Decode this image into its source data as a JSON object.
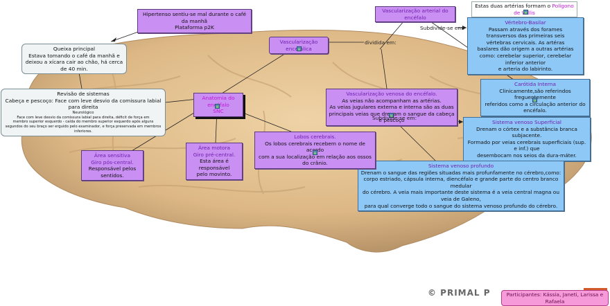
{
  "map": {
    "hipertenso": {
      "line1": "Hipertenso sentiu-se mal durante o café da manhã",
      "line2": "Plataforma p2K"
    },
    "queixa": {
      "title": "Queixa principal",
      "text": "Estava tomando o café da manhã e deixou a xícara cair ao chão, há cerca de 40 min."
    },
    "revisao": {
      "title": "Revisão de sistemas",
      "line1": "Cabeça e pescoço: Face com leve desvio da comissura labial para direita",
      "sub": "Neurológico",
      "detail1": "Face com leve desvio da comissura labial para direita, déficit de força em",
      "detail2": "membro superior esquerdo - caída do membro superior esquerdo após alguns",
      "detail3": "segundos do seu braço ser erguido pelo examinador, e força preservada em membros inferiores."
    },
    "anatomia": {
      "line1": "Anatomia do encéfalo",
      "line2": "SNC"
    },
    "vasc_encefalica": {
      "title": "Vascularização encefálica"
    },
    "dividida_label": "dividida em:",
    "vasc_arterial": {
      "title": "Vascularização arterial do encéfalo"
    },
    "subdivide_label_1": "Subdivide-se em:",
    "willis": {
      "prefix": "Estas duas artérias formam o ",
      "highlight": "Polígono de Willis"
    },
    "vertebro": {
      "title": "Vértebro-Basilar",
      "lines": [
        "Passam através dos forames",
        "transversos das primeiras  seis",
        "vértebras cervicais. As artéras",
        "baslares dão origem a outras artérias",
        "como: cerebelar superior, cerebelar inferior anterior",
        "e arteria do labirinto."
      ]
    },
    "carotida": {
      "title": "Carótida Interna",
      "lines": [
        "Clinicamente,são referindos freguentemente",
        "referidos como a circulação anterior do encéfalo."
      ]
    },
    "vasc_venosa": {
      "title": "Vascularização venosa do encéfalo.",
      "lines": [
        "As veias não acompanham as artérias.",
        "As veias jugulares externa e interna são as duas",
        "principais veias que drenam o sangue da cabeça e pescoço"
      ]
    },
    "subdivide_label_2": "Subdivide-se em:",
    "superficial": {
      "title": "Sistema venoso Superficial",
      "lines": [
        "Drenam o córtex e a substância branca subjacente.",
        "Formado por veias cerebrais superficiais (sup. e inf.) que",
        "desembocam nos seios da dura-máter."
      ]
    },
    "profundo": {
      "title": "Sistema venoso profundo",
      "lines": [
        "Drenam o sangue das regiões situadas mais profunfamente no cérebro,como:",
        "corpo estriado, cápsula interna, diencéfalo e grande parte do centro branco medular",
        "do cérebro. A veia mais importante deste sistema é a veia central magna ou veia de Galeno,",
        "para qual converge todo o sangue do sistema venoso profundo do cérebro."
      ]
    },
    "lobos": {
      "title": "Lobos cerebrais.",
      "lines": [
        "Os lobos cerebrais recebem o nome de acordo",
        "com a sua localização em relação aos ossos do crânio."
      ]
    },
    "motora": {
      "title1": "Área motora",
      "title2": "Giro pré-central.",
      "lines": [
        "Esta área é responsável",
        "pelo movinto."
      ]
    },
    "sensitiva": {
      "title1": "Área sensitiva",
      "title2": "Giro pós-central.",
      "lines": [
        "Responsável pelos sentidos."
      ]
    },
    "watermark": "© PRIMAL P",
    "participantes": "Participantes: Kássia, Janeti, Larissa e Rafaela"
  },
  "colors": {
    "purple_node": "#c98ff2",
    "blue_node": "#8ec8f7",
    "title_purple": "#6f1eb0",
    "title_magenta": "#c018d6",
    "brain": "#e2bf8c",
    "participants": "#f79ad9"
  }
}
